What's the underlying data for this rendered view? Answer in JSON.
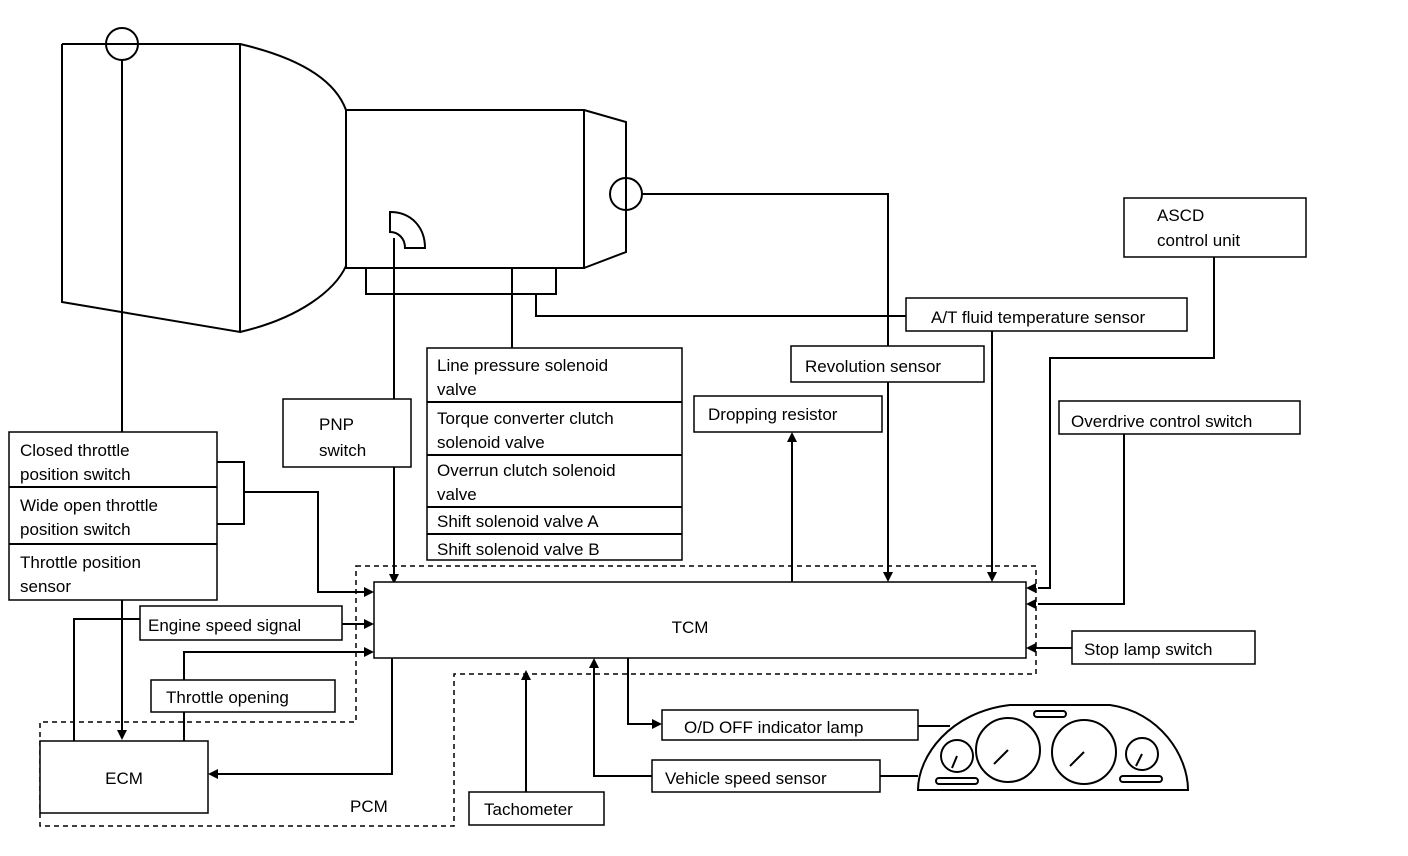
{
  "labels": {
    "closed_throttle_1": "Closed throttle",
    "closed_throttle_2": "position switch",
    "wide_open_1": "Wide open throttle",
    "wide_open_2": "position switch",
    "throttle_sensor_1": "Throttle position",
    "throttle_sensor_2": "sensor",
    "pnp_1": "PNP",
    "pnp_2": "switch",
    "line_pressure_1": "Line pressure solenoid",
    "line_pressure_2": "valve",
    "torque_conv_1": "Torque converter clutch",
    "torque_conv_2": "solenoid valve",
    "overrun_1": "Overrun clutch solenoid",
    "overrun_2": "valve",
    "shift_a": "Shift solenoid valve A",
    "shift_b": "Shift solenoid valve B",
    "dropping_resistor": "Dropping resistor",
    "revolution_sensor": "Revolution sensor",
    "fluid_temp": "A/T fluid temperature sensor",
    "ascd_1": "ASCD",
    "ascd_2": "control unit",
    "overdrive_switch": "Overdrive control switch",
    "stop_lamp": "Stop lamp switch",
    "tcm": "TCM",
    "engine_speed": "Engine speed signal",
    "throttle_opening": "Throttle opening",
    "ecm": "ECM",
    "pcm": "PCM",
    "tachometer": "Tachometer",
    "od_off": "O/D OFF indicator lamp",
    "vehicle_speed": "Vehicle speed sensor"
  }
}
